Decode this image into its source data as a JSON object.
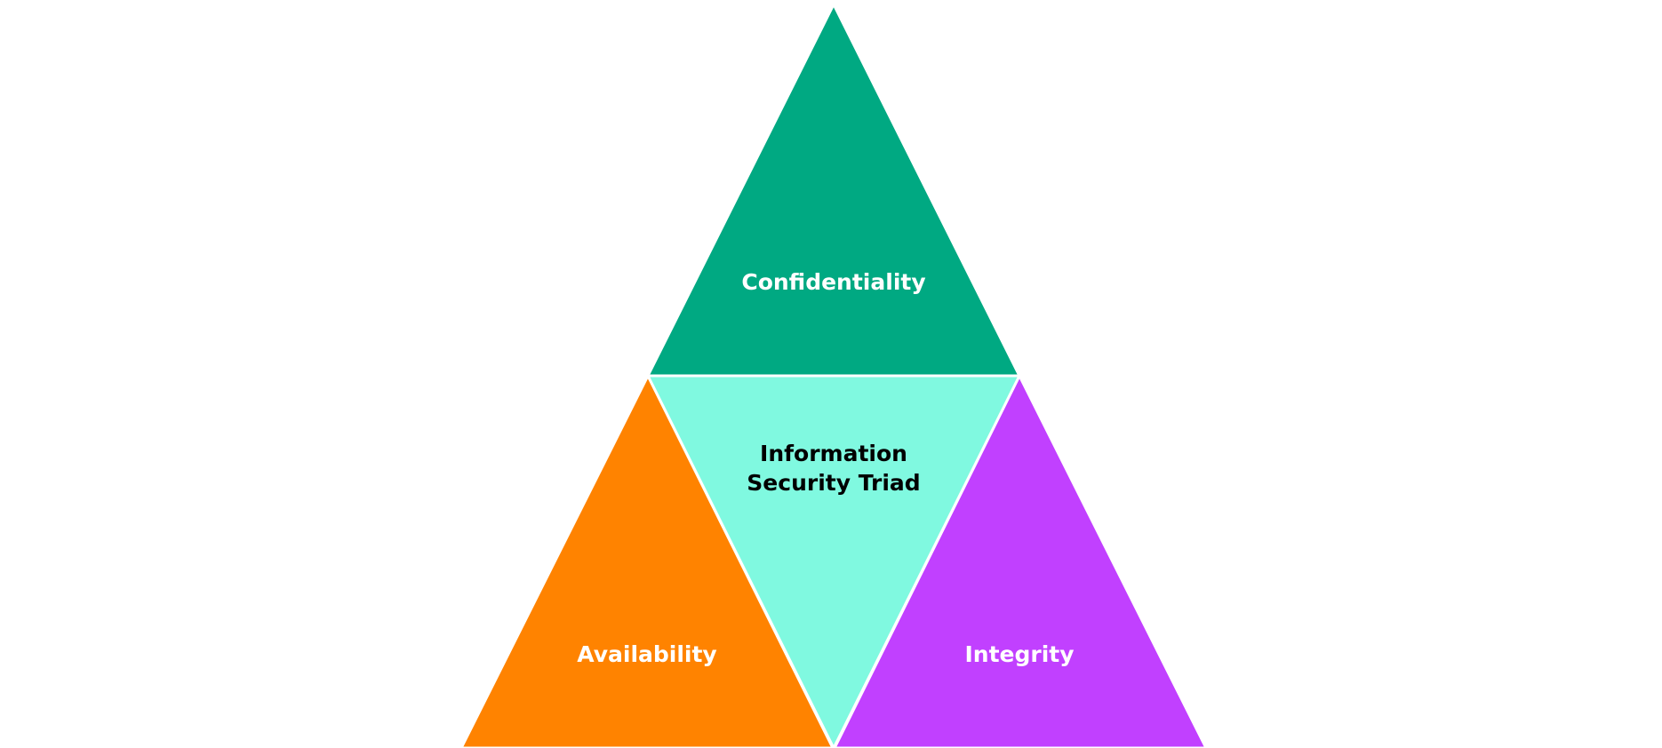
{
  "diagram": {
    "center": {
      "line1": "Information",
      "line2": "Security Triad",
      "color": "#80F9E0",
      "text_color": "#000000"
    },
    "top": {
      "label": "Confidentiality",
      "color": "#00A982",
      "text_color": "#FFFFFF"
    },
    "left": {
      "label": "Availability",
      "color": "#FF8300",
      "text_color": "#FFFFFF"
    },
    "right": {
      "label": "Integrity",
      "color": "#C140FF",
      "text_color": "#FFFFFF"
    }
  }
}
